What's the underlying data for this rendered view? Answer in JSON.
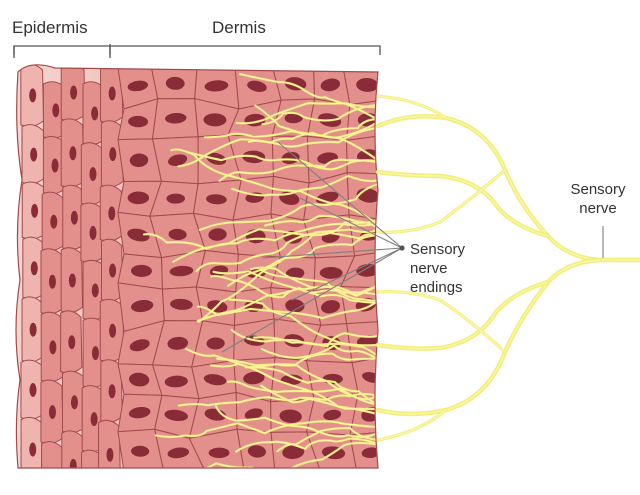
{
  "labels": {
    "epidermis": "Epidermis",
    "dermis": "Dermis",
    "sensory_nerve_endings": [
      "Sensory",
      "nerve",
      "endings"
    ],
    "sensory_nerve": [
      "Sensory",
      "nerve"
    ]
  },
  "colors": {
    "background": "#ffffff",
    "cell_fill": "#e3908c",
    "cell_fill_light": "#efb4ae",
    "cell_outline": "#a24a4c",
    "nucleus": "#8a2c38",
    "nerve": "#f2ee7a",
    "nerve_inner": "#fbf6a8",
    "bracket": "#555555",
    "pointer": "#7f7f7f"
  }
}
